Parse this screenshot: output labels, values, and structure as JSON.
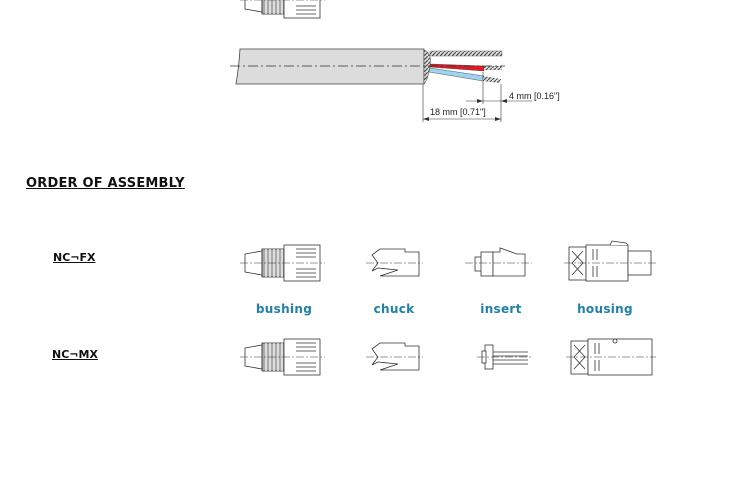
{
  "cable_drawing": {
    "dimension_strip": "18 mm [0.71\"]",
    "dimension_wire": "4 mm [0.16\"]",
    "colors": {
      "jacket": "#dcdcdc",
      "red_wire": "#e01b24",
      "blue_wire": "#9fd3ef"
    }
  },
  "section_title": "ORDER OF ASSEMBLY",
  "models": [
    {
      "label": "NC¬FX"
    },
    {
      "label": "NC¬MX"
    }
  ],
  "parts": [
    {
      "label": "bushing"
    },
    {
      "label": "chuck"
    },
    {
      "label": "insert"
    },
    {
      "label": "housing"
    }
  ],
  "accent_color": "#1f7fae"
}
